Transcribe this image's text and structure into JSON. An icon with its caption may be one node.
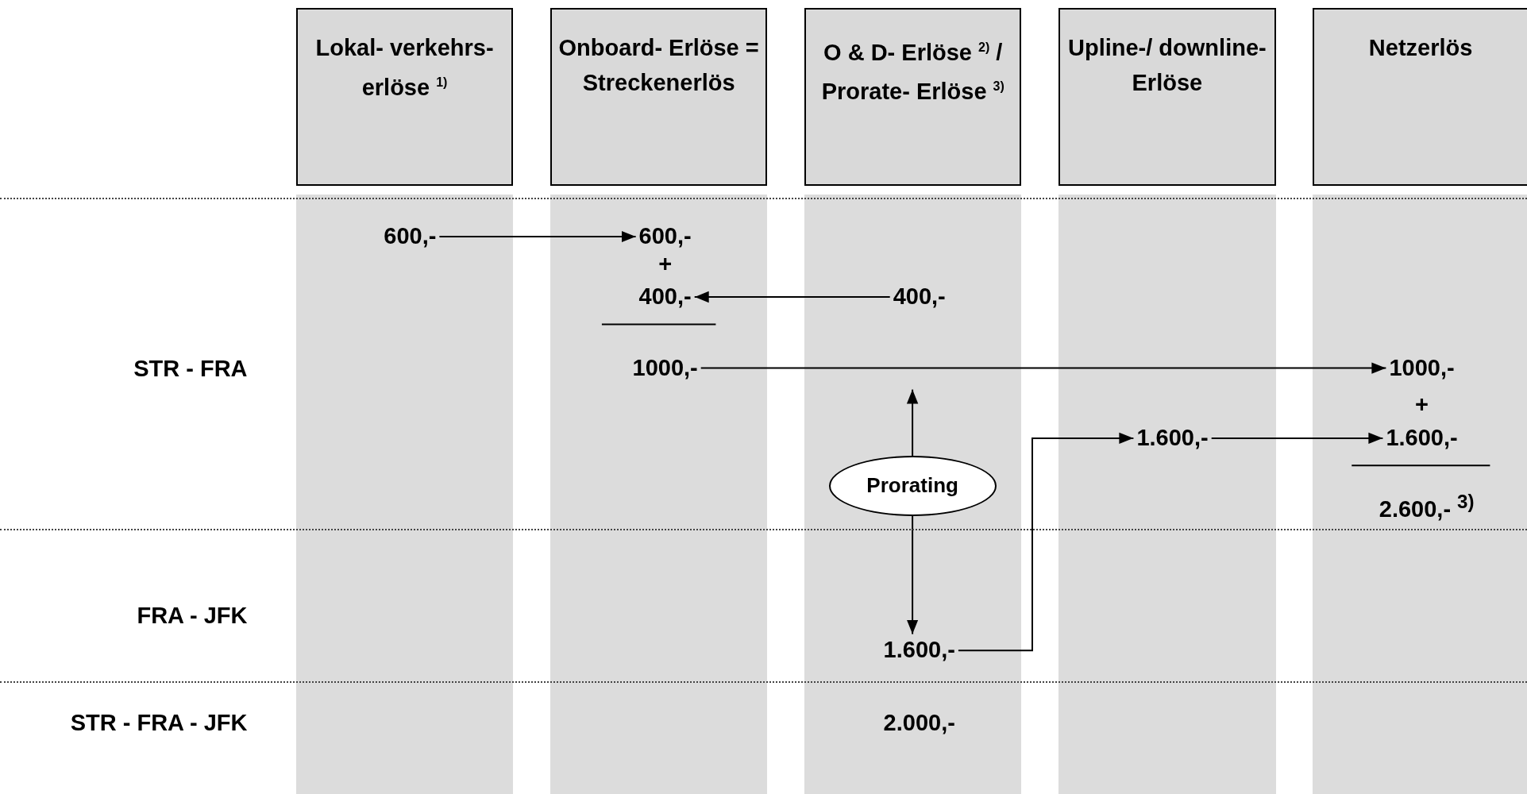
{
  "diagram": {
    "nodes": [
      {
        "text": [
          "Lokal- verkehrs- erlöse $^{1)}$"
        ]
      },
      {
        "text": [
          "Onboard- Erlöse = Streckenerlös"
        ]
      },
      {
        "text": [
          "O & D- Erlöse $^{2)}$ / Prorate- Erlöse $^{3)}$"
        ]
      },
      {
        "text": [
          "Upline-/ downline- Erlöse"
        ]
      },
      {
        "text": [
          "Netzerlös"
        ]
      },
      {
        "text": [
          "600,-"
        ]
      },
      {
        "text": [
          "600,-"
        ]
      },
      {
        "text": [
          "400,-"
        ]
      },
      {
        "text": [
          "400,-"
        ]
      },
      {
        "text": [
          "1000,-"
        ]
      },
      {
        "text": [
          "1000,-"
        ]
      },
      {
        "text": [
          "Prorating"
        ]
      },
      {
        "text": [
          "1.600,-"
        ]
      },
      {
        "text": [
          "1.600,-"
        ]
      },
      {
        "text": [
          "1.600,-"
        ]
      }
    ],
    "edges": [
      {
        "from": 5,
        "to": 6,
        "arrow": "to"
      },
      {
        "from": 8,
        "to": 7,
        "arrow": "to"
      },
      {
        "from": 9,
        "to": 10,
        "arrow": "to"
      },
      {
        "from": 11,
        "to": null,
        "arrow": "to"
      },
      {
        "from": 11,
        "to": 14,
        "arrow": "to"
      },
      {
        "from": 14,
        "to": 12,
        "arrow": "to"
      },
      {
        "from": 12,
        "to": 13,
        "arrow": "to"
      }
    ],
    "labels": [
      "+",
      "STR - FRA",
      "+",
      "2.600,- $^{3)}$",
      "FRA - JFK",
      "STR - FRA - JFK",
      "2.000,-"
    ]
  }
}
